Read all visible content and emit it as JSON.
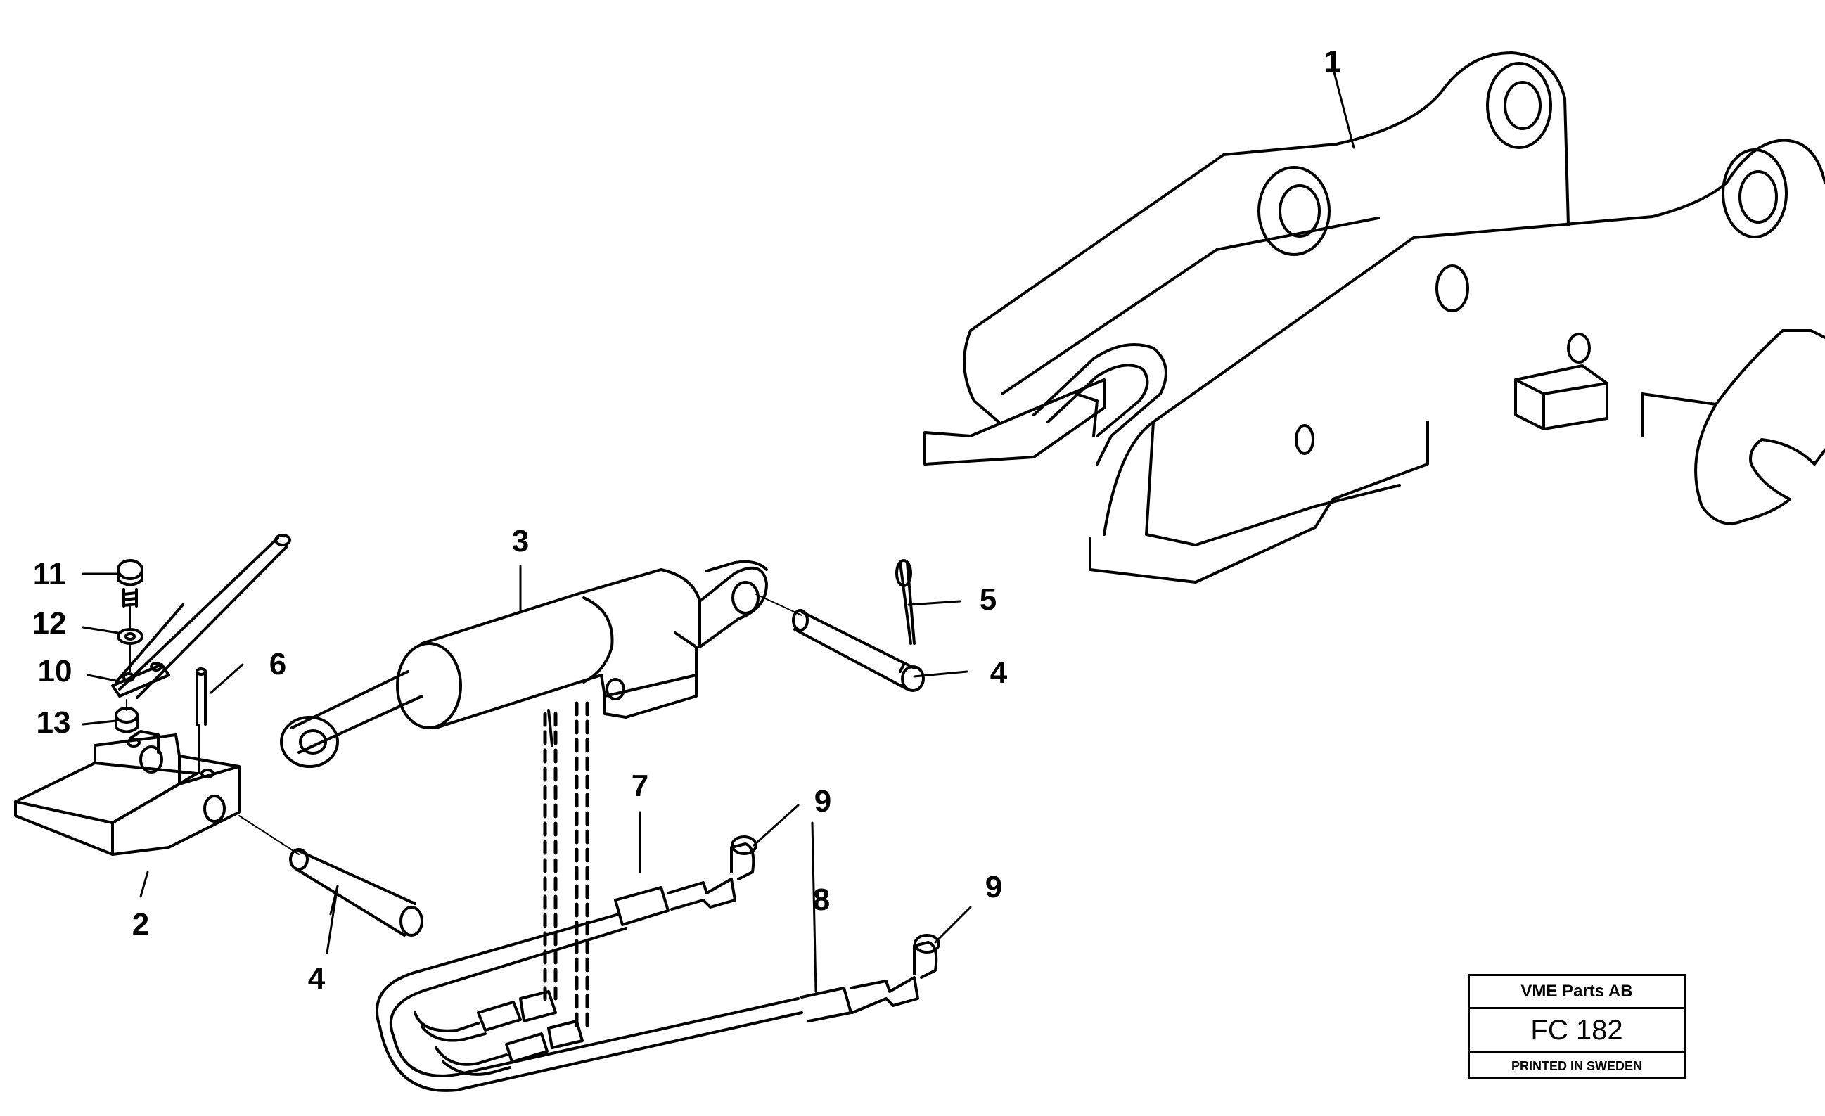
{
  "callouts": {
    "c1": "1",
    "c2": "2",
    "c3": "3",
    "c4a": "4",
    "c4b": "4",
    "c5": "5",
    "c6": "6",
    "c7": "7",
    "c8": "8",
    "c9a": "9",
    "c9b": "9",
    "c10": "10",
    "c11": "11",
    "c12": "12",
    "c13": "13"
  },
  "title_block": {
    "company": "VME Parts AB",
    "code": "FC 182",
    "printed": "PRINTED IN SWEDEN"
  }
}
